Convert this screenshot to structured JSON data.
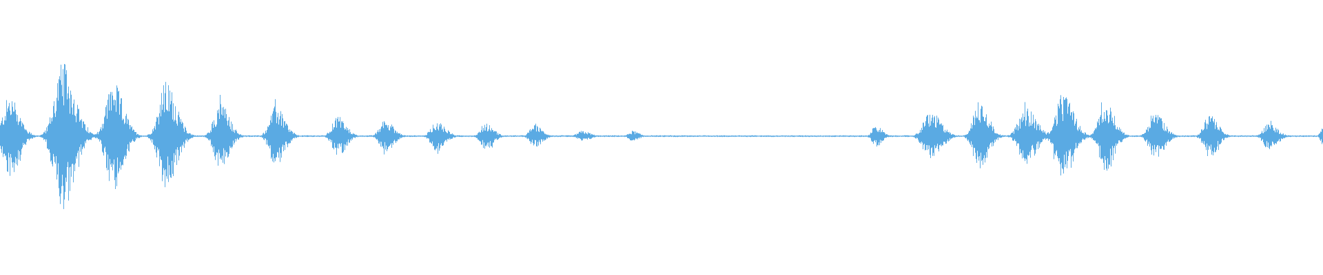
{
  "waveform": {
    "color": "#5aaae3",
    "background": "#ffffff",
    "bursts": [
      {
        "center": 0.007,
        "width": 0.013,
        "peak": 0.3
      },
      {
        "center": 0.02,
        "width": 0.004,
        "peak": 0.05
      },
      {
        "center": 0.047,
        "width": 0.016,
        "peak": 0.54
      },
      {
        "center": 0.085,
        "width": 0.014,
        "peak": 0.4
      },
      {
        "center": 0.125,
        "width": 0.014,
        "peak": 0.4
      },
      {
        "center": 0.166,
        "width": 0.012,
        "peak": 0.25
      },
      {
        "center": 0.208,
        "width": 0.012,
        "peak": 0.22
      },
      {
        "center": 0.255,
        "width": 0.011,
        "peak": 0.15
      },
      {
        "center": 0.291,
        "width": 0.011,
        "peak": 0.12
      },
      {
        "center": 0.33,
        "width": 0.011,
        "peak": 0.12
      },
      {
        "center": 0.367,
        "width": 0.01,
        "peak": 0.1
      },
      {
        "center": 0.404,
        "width": 0.01,
        "peak": 0.08
      },
      {
        "center": 0.44,
        "width": 0.01,
        "peak": 0.04
      },
      {
        "center": 0.478,
        "width": 0.008,
        "peak": 0.04
      },
      {
        "center": 0.662,
        "width": 0.008,
        "peak": 0.08
      },
      {
        "center": 0.703,
        "width": 0.014,
        "peak": 0.18
      },
      {
        "center": 0.74,
        "width": 0.012,
        "peak": 0.26
      },
      {
        "center": 0.775,
        "width": 0.014,
        "peak": 0.21
      },
      {
        "center": 0.803,
        "width": 0.014,
        "peak": 0.31
      },
      {
        "center": 0.835,
        "width": 0.012,
        "peak": 0.27
      },
      {
        "center": 0.873,
        "width": 0.012,
        "peak": 0.17
      },
      {
        "center": 0.914,
        "width": 0.011,
        "peak": 0.16
      },
      {
        "center": 0.959,
        "width": 0.011,
        "peak": 0.1
      },
      {
        "center": 0.999,
        "width": 0.004,
        "peak": 0.06
      }
    ],
    "noise_floor": 0.006
  }
}
